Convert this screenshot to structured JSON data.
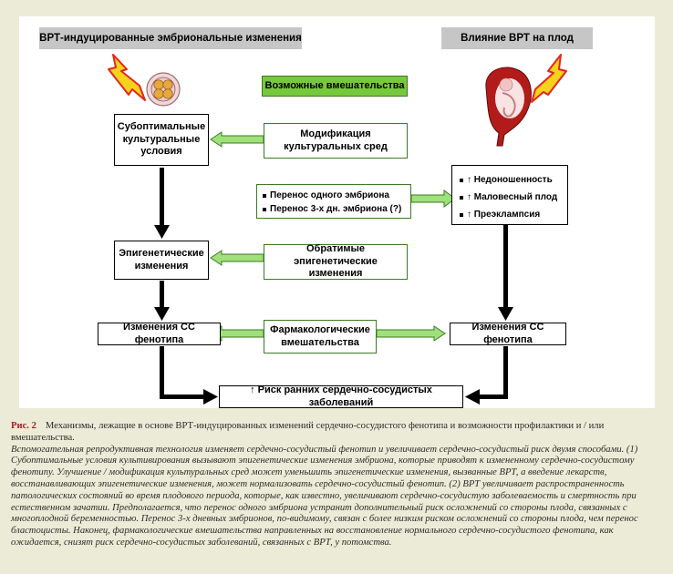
{
  "headers": {
    "left": "ВРТ-индуцированные эмбриональные изменения",
    "right": "Влияние ВРТ на плод"
  },
  "interventions_title": "Возможные вмешательства",
  "boxes": {
    "suboptimal": "Субоптимальные\nкультуральные\nусловия",
    "epigenetic": "Эпигенетические\nизменения",
    "cc_left": "Изменения СС фенотипа",
    "cc_right": "Изменения СС фенотипа",
    "risk": "↑ Риск ранних сердечно-сосудистых заболеваний",
    "modification": "Модификация\nкультуральных сред",
    "reversible": "Обратимые эпигенетические\nизменения",
    "pharma": "Фармакологические\nвмешательства"
  },
  "transfer_list": [
    "Перенос одного эмбриона",
    "Перенос 3-х дн. эмбриона (?)"
  ],
  "outcomes": [
    "↑ Недоношенность",
    "↑ Маловесный плод",
    "↑ Преэклампсия"
  ],
  "icons": {
    "embryo": "embryo-icon",
    "fetus": "fetus-icon",
    "lightning": "lightning-icon"
  },
  "colors": {
    "green": "#78c83e",
    "grey_header": "#c6c6c6",
    "lightning_fill": "#f5d21b",
    "lightning_stroke": "#e2261d",
    "caption_bg": "#ecebd7",
    "fig_label": "#a51d1d"
  },
  "caption": {
    "fig": "Рис. 2",
    "title": "Механизмы, лежащие в основе ВРТ-индуцированных изменений сердечно-сосудистого фенотипа и возможности профилактики и / или вмешательства.",
    "body": "Вспомогательная репродуктивная технология изменяет сердечно-сосудистый фенотип и увеличивает сердечно-сосудистый риск двумя способами. (1) Субоптимальные условия культивирования вызывают эпигенетические изменения эмбриона, которые приводят к измененному сердечно-сосудистому фенотипу. Улучшение / модификация культуральных сред может уменьшить эпигенетические изменения, вызванные ВРТ, а введение лекарств, восстанавливающих эпигенетические изменения, может нормализовать сердечно-сосудистый фенотип. (2) ВРТ увеличивает распространенность патологических состояний во время плодового периода, которые, как известно, увеличивают сердечно-сосудистую заболеваемость и смертность при естественном зачатии. Предполагается, что перенос одного эмбриона устранит дополнительный риск осложнений со стороны плода, связанных с многоплодной беременностью. Перенос 3-х дневных эмбрионов, по-видимому, связан с более низким риском осложнений со стороны плода, чем перенос бластоцисты. Наконец, фармакологические вмешательства направленных на восстановление нормального сердечно-сосудистого фенотипа, как ожидается, снизят риск сердечно-сосудистых заболеваний, связанных с ВРТ, у потомства."
  }
}
